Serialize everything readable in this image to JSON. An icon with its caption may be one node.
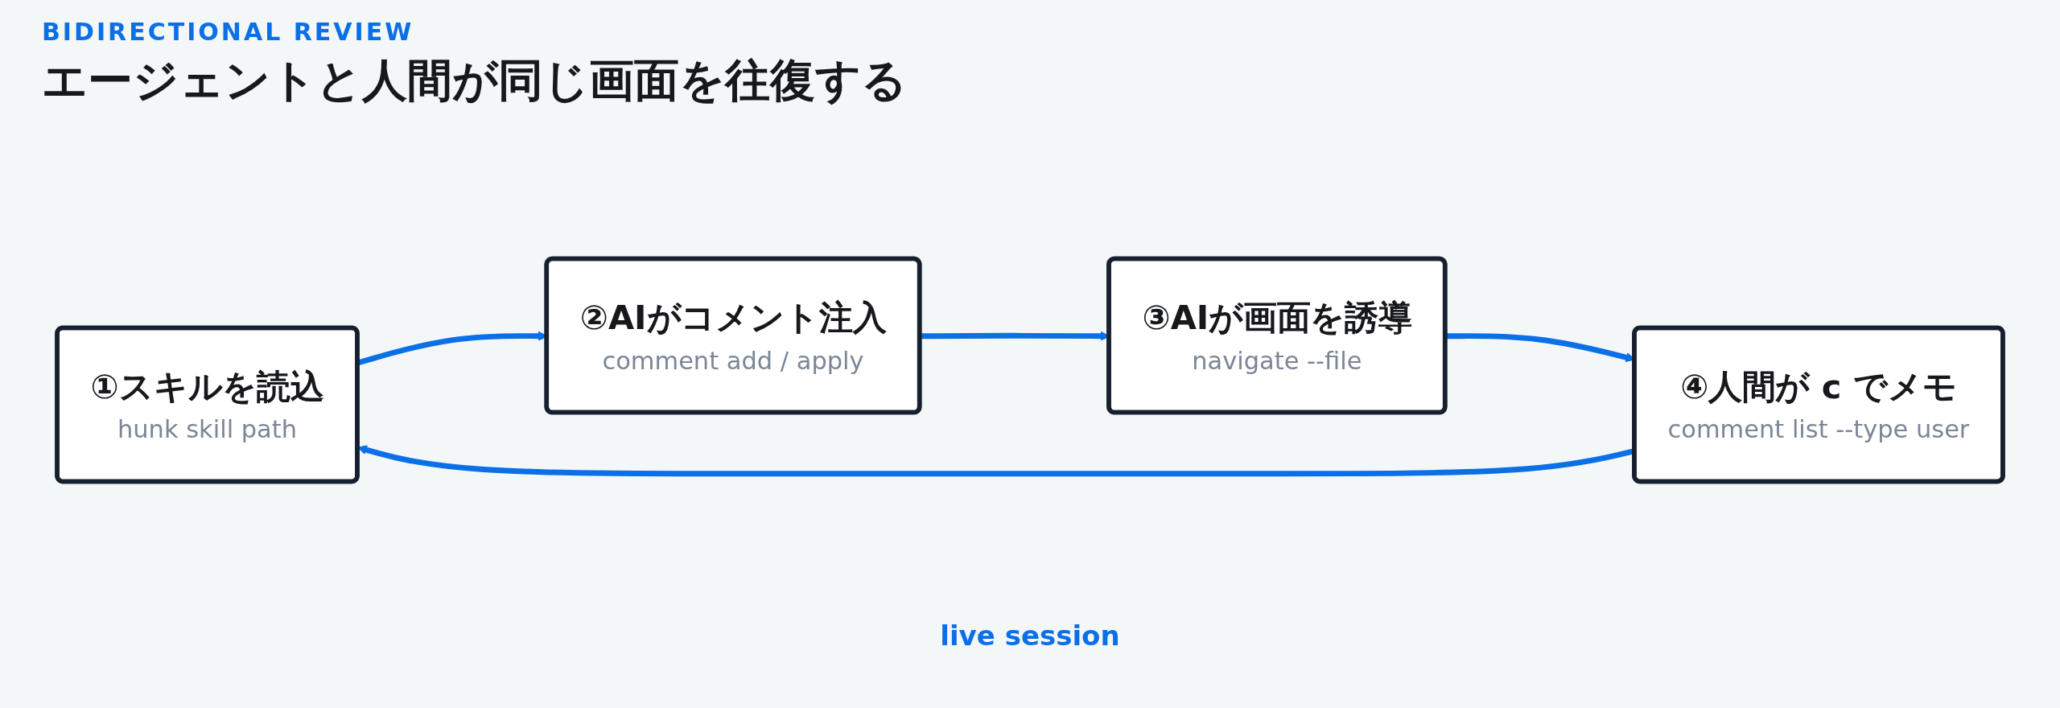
{
  "diagram": {
    "title": "エージェントと人間が同じ画面を往復する",
    "nodes": [
      {
        "text": [
          "①スキルを読込",
          "hunk skill path"
        ]
      },
      {
        "text": [
          "②AIがコメント注入",
          "comment add / apply"
        ]
      },
      {
        "text": [
          "③AIが画面を誘導",
          "navigate --file"
        ]
      },
      {
        "text": [
          "④人間が c でメモ",
          "comment list --type user"
        ]
      }
    ],
    "edges": [
      {
        "from": 0,
        "to": 1,
        "arrow": "to"
      },
      {
        "from": 1,
        "to": 2,
        "arrow": "to"
      },
      {
        "from": 2,
        "to": 3,
        "arrow": "to"
      },
      {
        "from": 3,
        "to": 0,
        "arrow": "to"
      }
    ],
    "labels": [
      "BIDIRECTIONAL REVIEW",
      "live session"
    ]
  }
}
